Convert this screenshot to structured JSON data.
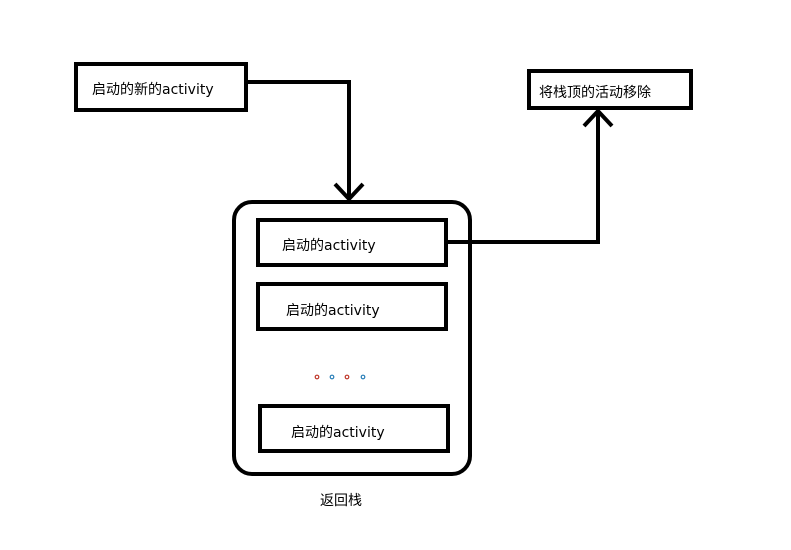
{
  "new_activity_label": "启动的新的activity",
  "remove_top_label": "将栈顶的活动移除",
  "stack_items": [
    "启动的activity",
    "启动的activity",
    "启动的activity"
  ],
  "ellipsis": "。。。。",
  "stack_label": "返回栈",
  "dot_colors": [
    "#c0392b",
    "#2a7fb8",
    "#c0392b",
    "#2a7fb8"
  ]
}
